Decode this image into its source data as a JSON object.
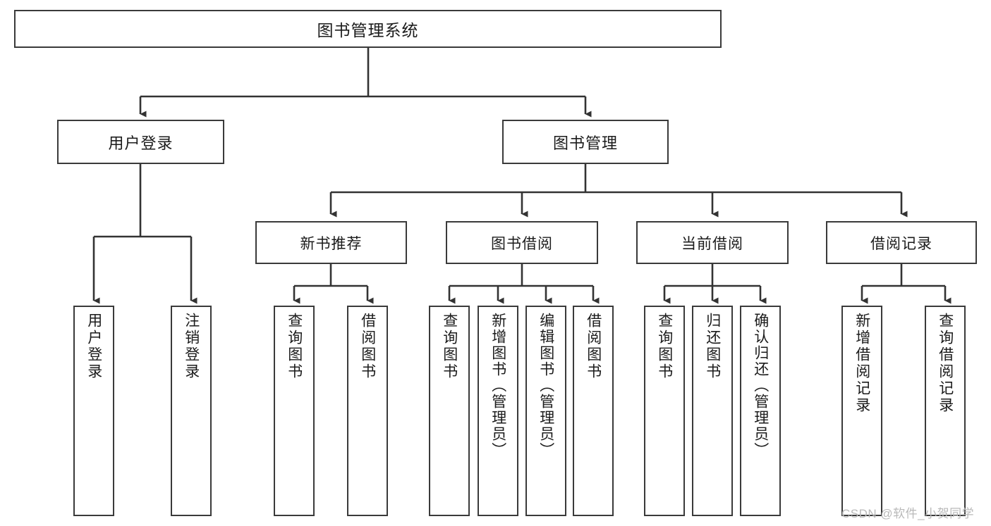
{
  "diagram": {
    "type": "tree",
    "title": "图书管理系统",
    "root": {
      "label": "图书管理系统"
    },
    "level2": [
      {
        "label": "用户登录"
      },
      {
        "label": "图书管理"
      }
    ],
    "level3": [
      {
        "label": "新书推荐"
      },
      {
        "label": "图书借阅"
      },
      {
        "label": "当前借阅"
      },
      {
        "label": "借阅记录"
      }
    ],
    "leaves": {
      "user_login": [
        {
          "label": "用户登录"
        },
        {
          "label": "注销登录"
        }
      ],
      "new_book_recommend": [
        {
          "label": "查询图书"
        },
        {
          "label": "借阅图书"
        }
      ],
      "book_borrow": [
        {
          "label": "查询图书"
        },
        {
          "label": "新增图书（管理员）"
        },
        {
          "label": "编辑图书（管理员）"
        },
        {
          "label": "借阅图书"
        }
      ],
      "current_borrow": [
        {
          "label": "查询图书"
        },
        {
          "label": "归还图书"
        },
        {
          "label": "确认归还（管理员）"
        }
      ],
      "borrow_records": [
        {
          "label": "新增借阅记录"
        },
        {
          "label": "查询借阅记录"
        }
      ]
    }
  },
  "watermark": {
    "text": "CSDN @软件_小贺同学"
  },
  "colors": {
    "border": "#3a3a3a",
    "text": "#1b1b1b",
    "background": "#ffffff",
    "watermark": "#b9b9b9"
  }
}
